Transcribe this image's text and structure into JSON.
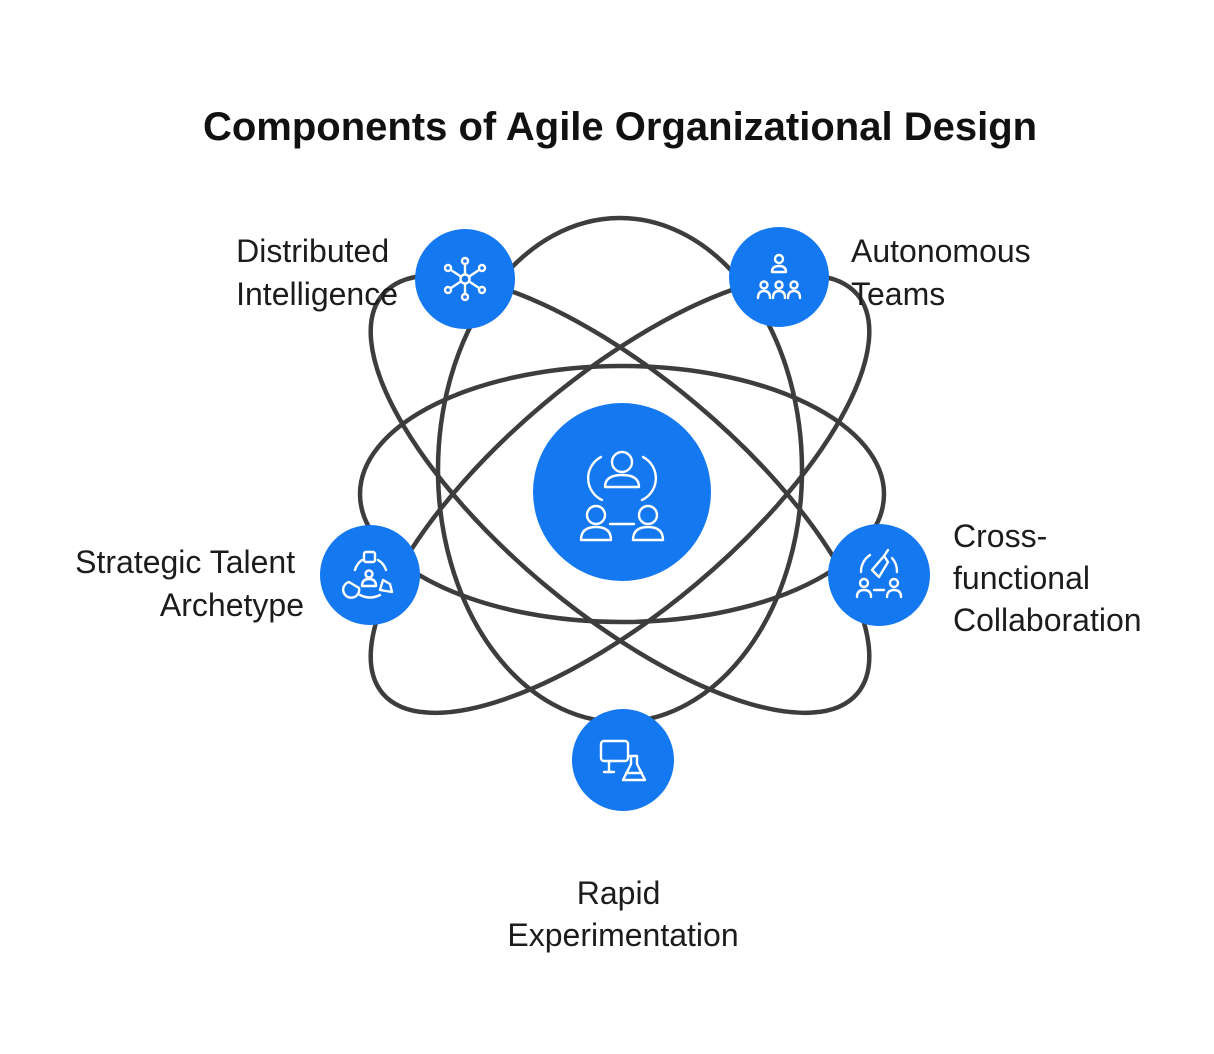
{
  "title": "Components of Agile Organizational Design",
  "colors": {
    "node": "#1478f0",
    "orbit": "#3d3d3d",
    "text": "#1c1c1c"
  },
  "center": {
    "icon": "team-collaboration-icon"
  },
  "components": [
    {
      "id": "distributed-intelligence",
      "label_lines": [
        "Distributed",
        "Intelligence"
      ],
      "icon": "network-nodes-icon"
    },
    {
      "id": "autonomous-teams",
      "label_lines": [
        "Autonomous",
        "Teams"
      ],
      "icon": "team-group-icon"
    },
    {
      "id": "cross-functional-collaboration",
      "label_lines": [
        "Cross-",
        "functional",
        "Collaboration"
      ],
      "icon": "collaboration-icon"
    },
    {
      "id": "rapid-experimentation",
      "label_lines": [
        "Rapid",
        "Experimentation"
      ],
      "icon": "lab-experiment-icon"
    },
    {
      "id": "strategic-talent-archetype",
      "label_lines": [
        "Strategic Talent",
        "Archetype"
      ],
      "icon": "talent-archetype-icon"
    }
  ]
}
